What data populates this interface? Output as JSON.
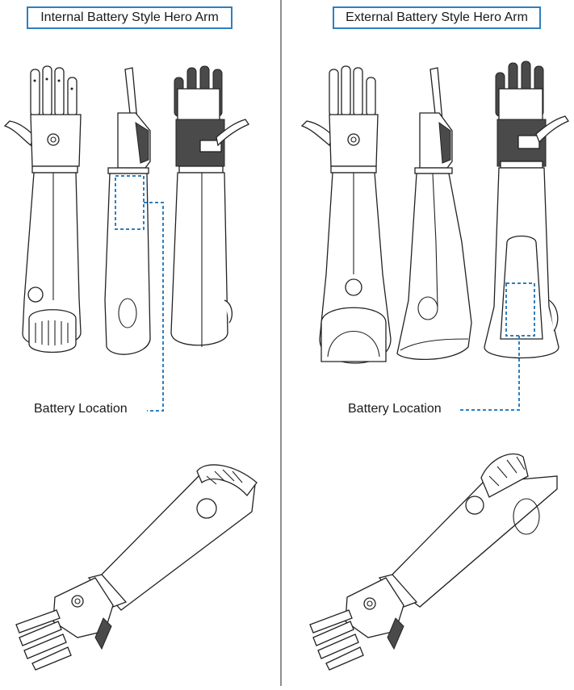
{
  "titles": {
    "internal": "Internal Battery Style Hero Arm",
    "external": "External Battery Style Hero Arm"
  },
  "labels": {
    "battery_location_internal": "Battery Location",
    "battery_location_external": "Battery Location"
  },
  "colors": {
    "title_border": "#2e7fc0",
    "battery_marker": "#2e7fc0",
    "divider": "#444444",
    "line_art": "#222222"
  }
}
